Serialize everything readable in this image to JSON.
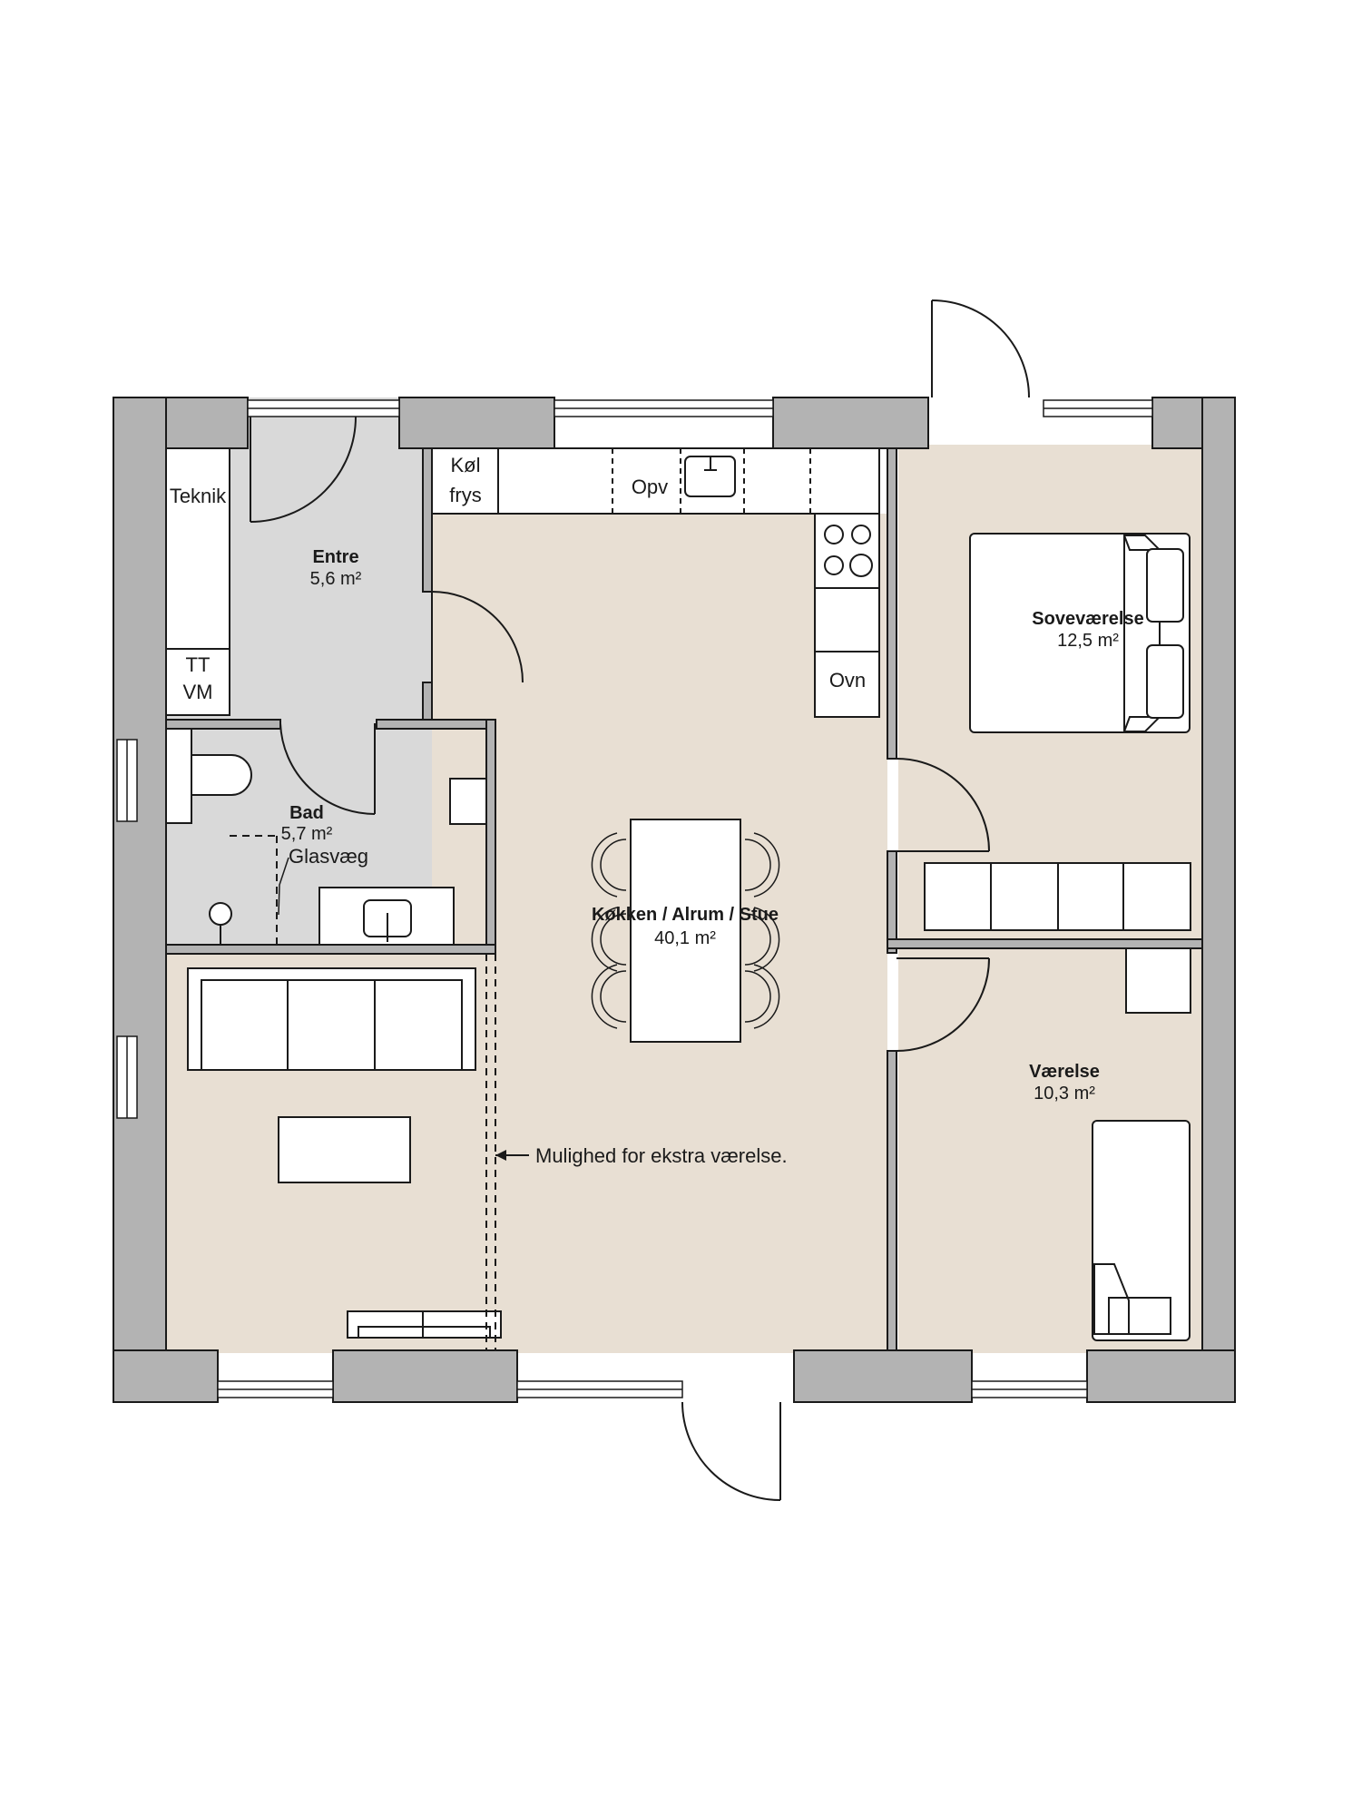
{
  "rooms": {
    "entre": {
      "name": "Entre",
      "area": "5,6 m²"
    },
    "bad": {
      "name": "Bad",
      "area": "5,7 m²"
    },
    "kitchen": {
      "name": "Køkken / Alrum / Stue",
      "area": "40,1 m²"
    },
    "bedroom": {
      "name": "Soveværelse",
      "area": "12,5 m²"
    },
    "room": {
      "name": "Værelse",
      "area": "10,3 m²"
    }
  },
  "fixtures": {
    "teknik": "Teknik",
    "tt": "TT",
    "vm": "VM",
    "kol": "Køl",
    "frys": "frys",
    "opv": "Opv",
    "ovn": "Ovn",
    "glasvaeg": "Glasvæg"
  },
  "annotation": {
    "extra_room": "Mulighed for ekstra værelse."
  },
  "colors": {
    "wall": "#b3b3b3",
    "floor_wet": "#d9d9d9",
    "floor_living": "#e8dfd3",
    "line": "#1a1a1a",
    "furniture": "#ffffff"
  }
}
